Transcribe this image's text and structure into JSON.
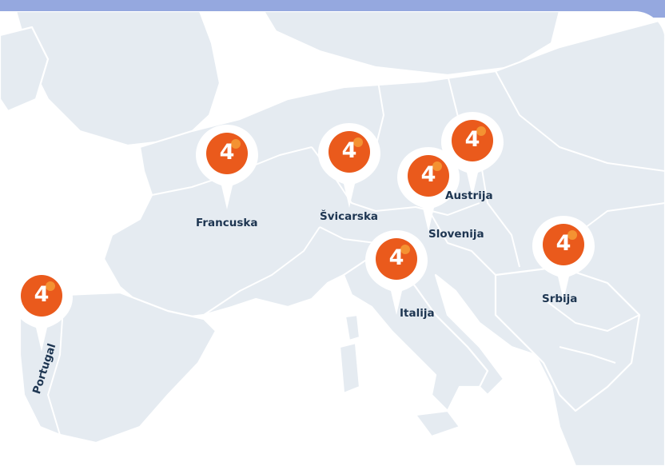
{
  "colors": {
    "pin_fill": "#ea5a1c",
    "pin_ring": "#ffffff",
    "pin_highlight": "#f7a53a",
    "land": "#e5ebf1",
    "label": "#1d3551",
    "header_strip": "#95a8df"
  },
  "markers": [
    {
      "id": "portugal",
      "count": "4",
      "label": "Portugal"
    },
    {
      "id": "francuska",
      "count": "4",
      "label": "Francuska"
    },
    {
      "id": "svicarska",
      "count": "4",
      "label": "Švicarska"
    },
    {
      "id": "slovenija",
      "count": "4",
      "label": "Slovenija"
    },
    {
      "id": "austrija",
      "count": "4",
      "label": "Austrija"
    },
    {
      "id": "italija",
      "count": "4",
      "label": "Italija"
    },
    {
      "id": "srbija",
      "count": "4",
      "label": "Srbija"
    }
  ]
}
